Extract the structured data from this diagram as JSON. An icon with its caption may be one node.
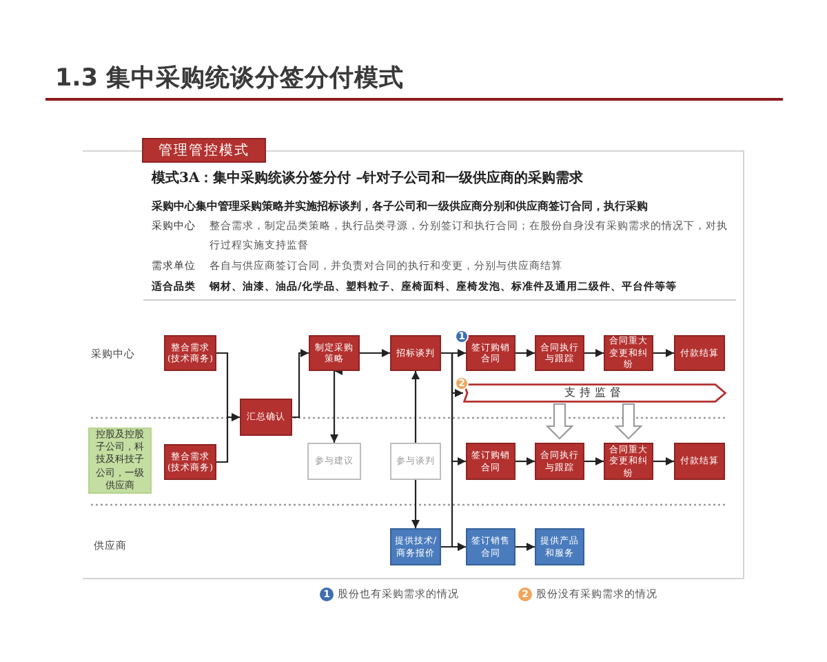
{
  "diagram": {
    "title": "1.3 集中采购统谈分签分付模式",
    "nodes": [
      {
        "text": [
          "管理管控模式"
        ]
      },
      {
        "text": [
          "控股及控股子公司，科技及科技子公司，一级供应商"
        ]
      },
      {
        "text": [
          "整合需求(技术商务)"
        ]
      },
      {
        "text": [
          "整合需求(技术商务)"
        ]
      },
      {
        "text": [
          "汇总确认"
        ]
      },
      {
        "text": [
          "制定采购策略"
        ]
      },
      {
        "text": [
          "招标谈判"
        ]
      },
      {
        "text": [
          "参与建议"
        ]
      },
      {
        "text": [
          "参与谈判"
        ]
      },
      {
        "text": [
          "提供技术/商务报价"
        ]
      },
      {
        "text": [
          "签订购销合同"
        ],
        "beside": [
          "1"
        ]
      },
      {
        "text": [
          "合同执行与跟踪"
        ]
      },
      {
        "text": [
          "合同重大变更和纠纷"
        ]
      },
      {
        "text": [
          "付款结算"
        ]
      },
      {
        "text": [
          "支持监督"
        ],
        "beside": [
          "2"
        ]
      },
      {
        "text": [
          "签订购销合同"
        ]
      },
      {
        "text": [
          "合同执行与跟踪"
        ]
      },
      {
        "text": [
          "合同重大变更和纠纷"
        ]
      },
      {
        "text": [
          "付款结算"
        ]
      },
      {
        "text": [
          "签订销售合同"
        ]
      },
      {
        "text": [
          "提供产品和服务"
        ]
      }
    ],
    "edges": [
      {
        "from": 2,
        "to": 4,
        "arrow": "to"
      },
      {
        "from": 3,
        "to": 4,
        "arrow": "to"
      },
      {
        "from": 4,
        "to": 5,
        "arrow": "to"
      },
      {
        "from": 5,
        "to": 6,
        "arrow": "to"
      },
      {
        "from": 5,
        "to": 7,
        "arrow": "both"
      },
      {
        "from": 8,
        "to": 6,
        "arrow": "to"
      },
      {
        "from": 8,
        "to": 9,
        "arrow": "to"
      },
      {
        "from": 6,
        "to": 10,
        "arrow": "to"
      },
      {
        "from": 6,
        "to": 14,
        "arrow": "to"
      },
      {
        "from": 6,
        "to": 15,
        "arrow": "to"
      },
      {
        "from": 6,
        "to": 19,
        "arrow": "to"
      },
      {
        "from": 9,
        "to": 19,
        "arrow": "to"
      },
      {
        "from": 10,
        "to": 11,
        "arrow": "to"
      },
      {
        "from": 11,
        "to": 12,
        "arrow": "to"
      },
      {
        "from": 12,
        "to": 13,
        "arrow": "to"
      },
      {
        "from": 14,
        "to": 16,
        "arrow": "to",
        "style": "thick"
      },
      {
        "from": 14,
        "to": 17,
        "arrow": "to",
        "style": "thick"
      },
      {
        "from": 15,
        "to": 16,
        "arrow": "to"
      },
      {
        "from": 16,
        "to": 17,
        "arrow": "to"
      },
      {
        "from": 17,
        "to": 18,
        "arrow": "to"
      },
      {
        "from": 19,
        "to": 20,
        "arrow": "to"
      }
    ],
    "labels": [
      "模式3A：集中采购统谈分签分付 –针对子公司和一级供应商的采购需求",
      "采购中心集中管理采购策略并实施招标谈判，各子公司和一级供应商分别和供应商签订合同，执行采购",
      "采购中心",
      "整合需求，制定品类策略，执行品类寻源，分别签订和执行合同；在股份自身没有采购需求的情况下，对执行过程实施支持监督",
      "需求单位",
      "各自与供应商签订合同，并负责对合同的执行和变更，分别与供应商结算",
      "适合品类",
      "钢材、油漆、油品/化学品、塑料粒子、座椅面料、座椅发泡、标准件及通用二级件、平台件等等",
      "采购中心",
      "供应商",
      "1",
      "2"
    ],
    "legend": [
      {
        "text": "股份也有采购需求的情况",
        "color": "#3f6fb0"
      },
      {
        "text": "股份没有采购需求的情况",
        "color": "#f0a55a"
      }
    ]
  }
}
